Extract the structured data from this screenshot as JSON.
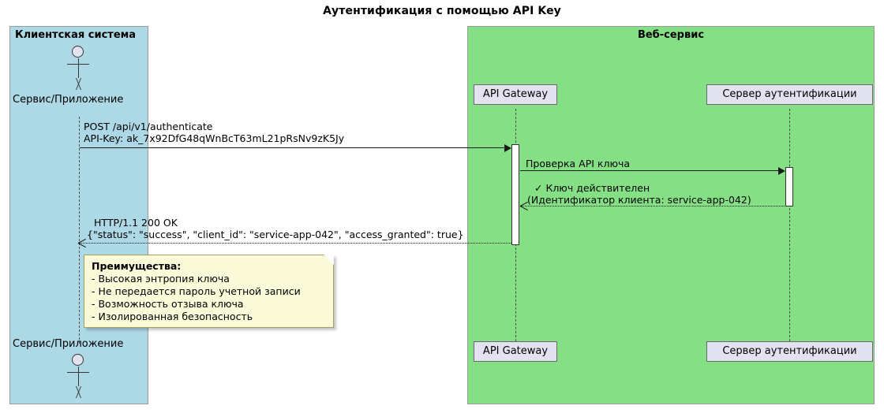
{
  "diagram": {
    "title": "Аутентификация с помощью API Key",
    "type": "sequence-diagram"
  },
  "colors": {
    "client_box": "#ADD8E6",
    "service_box": "#85E085",
    "participant_fill": "#E2E2F0",
    "note_fill": "#FBFBDA",
    "note_border": "#A0A05A",
    "line": "#1a1a1a"
  },
  "groups": {
    "client": {
      "title": "Клиентская система"
    },
    "service": {
      "title": "Веб-сервис"
    }
  },
  "participants": {
    "actor": {
      "label": "Сервис/Приложение",
      "label_bottom": "Сервис/Приложение"
    },
    "gateway": {
      "label": "API Gateway",
      "label_bottom": "API Gateway"
    },
    "auth": {
      "label": "Сервер аутентификации",
      "label_bottom": "Сервер аутентификации"
    }
  },
  "messages": [
    {
      "id": "request",
      "line1": "POST /api/v1/authenticate",
      "line2": "API-Key: ak_7x92DfG48qWnBcT63mL21pRsNv9zK5Jy",
      "style": "solid",
      "direction": "right"
    },
    {
      "id": "verify",
      "line1": "Проверка API ключа",
      "style": "solid",
      "direction": "right"
    },
    {
      "id": "valid",
      "line1": "✓ Ключ действителен",
      "line2": "(Идентификатор клиента: service-app-042)",
      "style": "dotted",
      "direction": "left"
    },
    {
      "id": "response",
      "line1": "HTTP/1.1 200 OK",
      "line2": "{\"status\": \"success\", \"client_id\": \"service-app-042\", \"access_granted\": true}",
      "style": "dotted",
      "direction": "left"
    }
  ],
  "note": {
    "title": "Преимущества:",
    "items": [
      "- Высокая энтропия ключа",
      "- Не передается пароль учетной записи",
      "- Возможность отзыва ключа",
      "- Изолированная безопасность"
    ]
  }
}
